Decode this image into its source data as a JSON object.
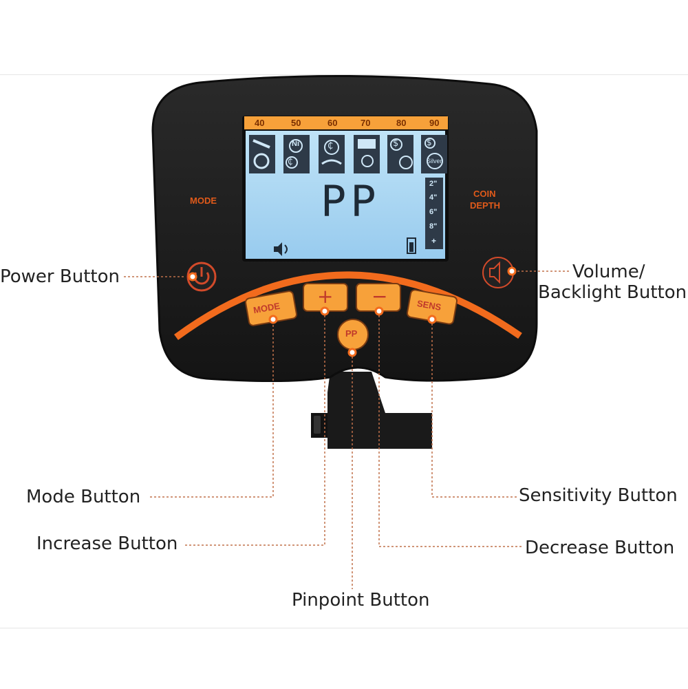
{
  "screen": {
    "scale": [
      "40",
      "50",
      "60",
      "70",
      "80",
      "90"
    ],
    "mode_display": "PP",
    "depth_steps": [
      "2\"",
      "4\"",
      "6\"",
      "8\"",
      "+"
    ],
    "coin_labels": [
      "Ni",
      "₵",
      "₵",
      "$",
      "$"
    ],
    "silver_label": "Silver"
  },
  "panel": {
    "mode_label": "MODE",
    "coin_depth_label": [
      "COIN",
      "DEPTH"
    ]
  },
  "buttons": {
    "mode": "MODE",
    "plus": "+",
    "minus": "−",
    "sens": "SENS",
    "pp": "PP"
  },
  "callouts": {
    "power": "Power Button",
    "volume_line1": "Volume/",
    "volume_line2": "Backlight Button",
    "mode": "Mode Button",
    "sensitivity": "Sensitivity Button",
    "increase": "Increase Button",
    "decrease": "Decrease Button",
    "pinpoint": "Pinpoint Button"
  },
  "colors": {
    "accent_orange": "#f26b1d",
    "button_orange": "#f7a13a",
    "screen_blue": "#a9d6f2",
    "body_black": "#1c1c1c",
    "leader_line": "#c0704a"
  }
}
